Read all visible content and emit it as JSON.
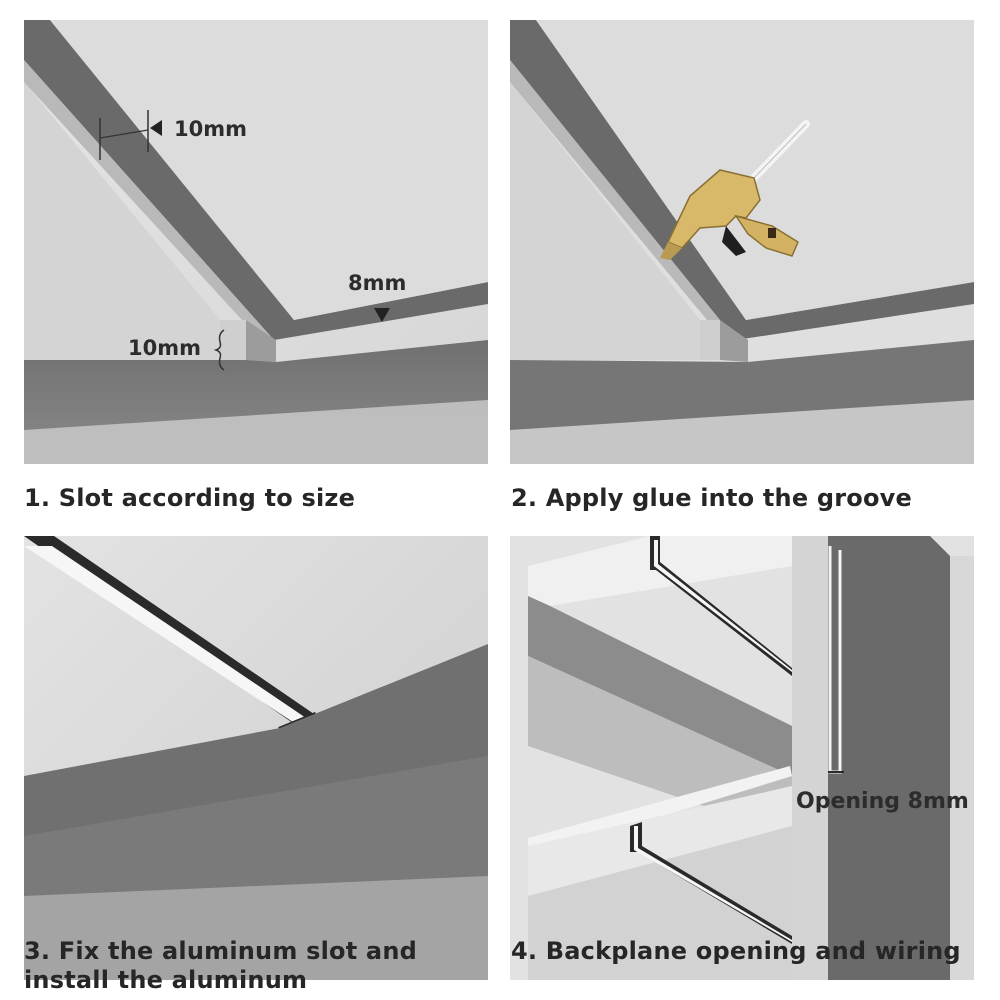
{
  "steps": [
    {
      "caption": "1. Slot according to size",
      "annotations": {
        "slot_width": "10mm",
        "board_thickness": "8mm",
        "slot_depth": "10mm"
      }
    },
    {
      "caption": "2. Apply glue into the groove",
      "tool": "hot-glue-gun"
    },
    {
      "caption": "3. Fix the aluminum slot and install the aluminum"
    },
    {
      "caption": "4. Backplane opening and wiring",
      "annotations": {
        "opening": "Opening 8mm"
      }
    }
  ],
  "colors": {
    "board_top": "#d9d9d9",
    "board_edge": "#6e6e6e",
    "background": "#ffffff",
    "text": "#262626",
    "glue_gun": "#d8b96a"
  }
}
